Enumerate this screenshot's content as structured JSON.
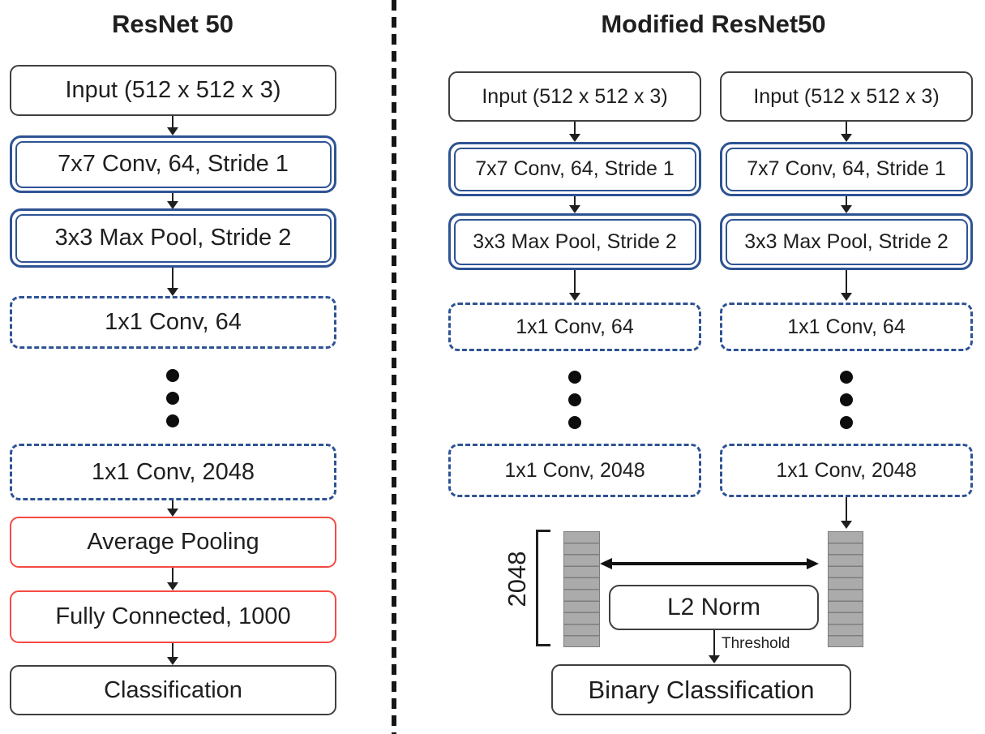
{
  "diagram": {
    "left_panel": {
      "title": "ResNet 50",
      "input": "Input (512 x 512 x 3)",
      "conv7": "7x7 Conv, 64, Stride 1",
      "pool3": "3x3 Max Pool, Stride 2",
      "conv1_64": "1x1 Conv, 64",
      "conv1_2048": "1x1 Conv, 2048",
      "avgpool": "Average Pooling",
      "fc": "Fully Connected, 1000",
      "classification": "Classification"
    },
    "right_panel": {
      "title": "Modified ResNet50",
      "branches": [
        {
          "input": "Input (512 x 512 x 3)",
          "conv7": "7x7 Conv, 64, Stride 1",
          "pool3": "3x3 Max Pool, Stride 2",
          "conv1_64": "1x1 Conv, 64",
          "conv1_2048": "1x1 Conv, 2048"
        },
        {
          "input": "Input (512 x 512 x 3)",
          "conv7": "7x7 Conv, 64, Stride 1",
          "pool3": "3x3 Max Pool, Stride 2",
          "conv1_64": "1x1 Conv, 64",
          "conv1_2048": "1x1 Conv, 2048"
        }
      ],
      "feature_dim": "2048",
      "l2_norm": "L2 Norm",
      "threshold": "Threshold",
      "output": "Binary Classification"
    },
    "colors": {
      "blue_border": "#2e5394",
      "red_border": "#f64a44",
      "plain_border": "#3f3f3f",
      "stack_fill": "#ababab",
      "stack_line": "#7d7d7d",
      "ink": "#1f1f1f"
    }
  }
}
